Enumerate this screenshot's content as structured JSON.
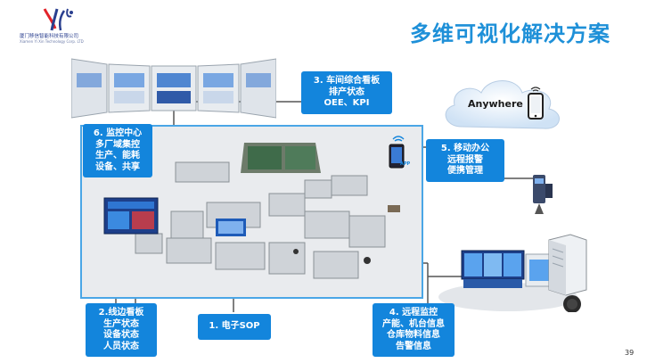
{
  "header": {
    "company_name": "厦门移信智能科技有限公司",
    "company_name_en": "Xiamen Yi Xin Technology Corp. LTD",
    "title": "多维可视化解决方案"
  },
  "labels": {
    "monitoring_center": [
      "6. 监控中心",
      "多厂域集控",
      "生产、能耗",
      "设备、共享"
    ],
    "workshop_board": [
      "3. 车间综合看板",
      "排产状态",
      "OEE、KPI"
    ],
    "mobile_office": [
      "5. 移动办公",
      "远程报警",
      "便携管理"
    ],
    "line_board": [
      "2.线边看板",
      "生产状态",
      "设备状态",
      "人员状态"
    ],
    "electronic_sop": [
      "1. 电子SOP"
    ],
    "remote_monitoring": [
      "4. 远程监控",
      "产能、机台信息",
      "仓库物料信息",
      "告警信息"
    ]
  },
  "cloud": {
    "text": "Anywhere"
  },
  "app_icon_text": "APP",
  "page_number": "39",
  "colors": {
    "accent": "#1385dc",
    "title": "#1e90d8",
    "connector": "#555555",
    "floor_border": "#4aa6e6"
  }
}
